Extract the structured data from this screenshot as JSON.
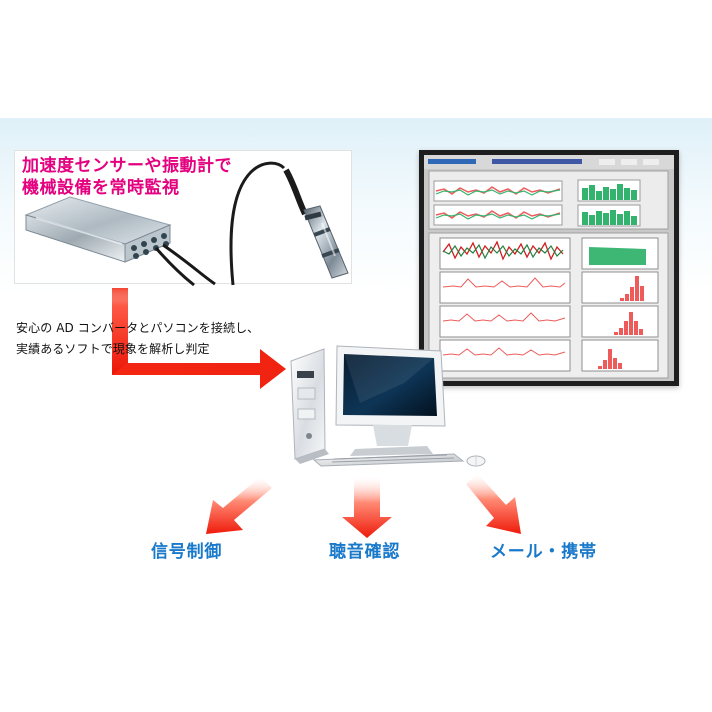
{
  "sensor_panel": {
    "title": "加速度センサーや振動計で\n機械設備を常時監視"
  },
  "connection": {
    "text": "安心の AD コンバータとパソコンを接続し、\n実績あるソフトで現象を解析し判定"
  },
  "outputs": [
    {
      "label": "信号制御"
    },
    {
      "label": "聴音確認"
    },
    {
      "label": "メール・携帯"
    }
  ],
  "icons": {
    "device": "ad-converter-icon",
    "sensor": "vibration-sensor-icon",
    "computer": "computer-icon",
    "software": "analysis-software-icon",
    "arrow": "red-arrow-icon"
  },
  "colors": {
    "title_pink": "#e4007f",
    "output_blue": "#1979ca",
    "arrow_red": "#f02311",
    "arrow_red_light": "#ff8a74",
    "chart_green": "#34b36e",
    "chart_red": "#ee5b5b",
    "background_light_blue": "#dff0f8"
  }
}
